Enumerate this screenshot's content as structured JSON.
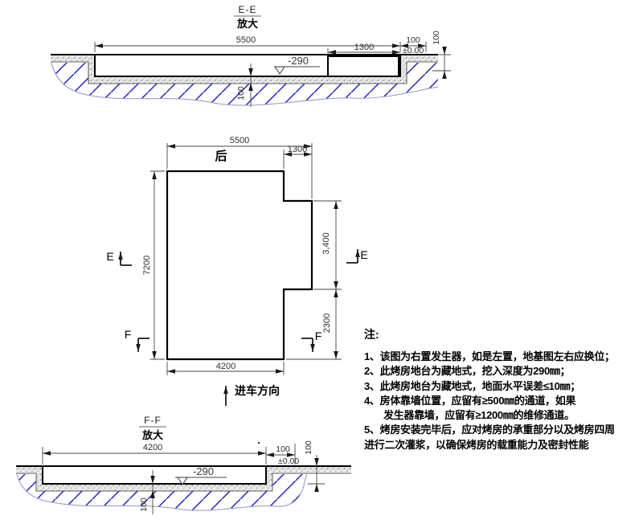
{
  "colors": {
    "hatch_blue": "#2121c8",
    "earth_boundary": "#8f94c9",
    "outline": "#000000",
    "dim_text": "#2e2e2e"
  },
  "section_ee": {
    "title": "E-E",
    "subtitle": "放大",
    "dim_width": "5500",
    "dim_niche": "1300",
    "dim_edge": "100",
    "level": "±0.00",
    "dim_edge_v": "100",
    "elevation": "-290",
    "dim_slab": "100"
  },
  "plan": {
    "label_rear": "后",
    "label_entry": "进车方向",
    "dim_top": "5500",
    "dim_niche": "1300",
    "dim_left": "7200",
    "dim_niche_h": "3,400",
    "dim_lower": "2300",
    "dim_bottom": "4200",
    "marker_e": "E",
    "marker_f": "F"
  },
  "section_ff": {
    "title": "F-F",
    "subtitle": "放大",
    "dim_width": "4200",
    "dim_edge": "100",
    "level": "±0.00",
    "dim_edge_v": "100",
    "elevation": "-290",
    "dim_slab": "100"
  },
  "notes": {
    "title": "注:",
    "lines": [
      "1、该图为右置发生器，如是左置，地基图左右应换位；",
      "2、此烤房地台为藏地式，挖入深度为290㎜；",
      "3、此烤房地台为藏地式，地面水平误差≤10㎜；",
      "4、房体靠墙位置，应留有≥500㎜的通道，如果",
      "发生器靠墙，应留有≥1200㎜的维修通道。",
      "5、烤房安装完毕后，应对烤房的承重部分以及烤房四周",
      "进行二次灌浆，以确保烤房的载重能力及密封性能"
    ]
  }
}
